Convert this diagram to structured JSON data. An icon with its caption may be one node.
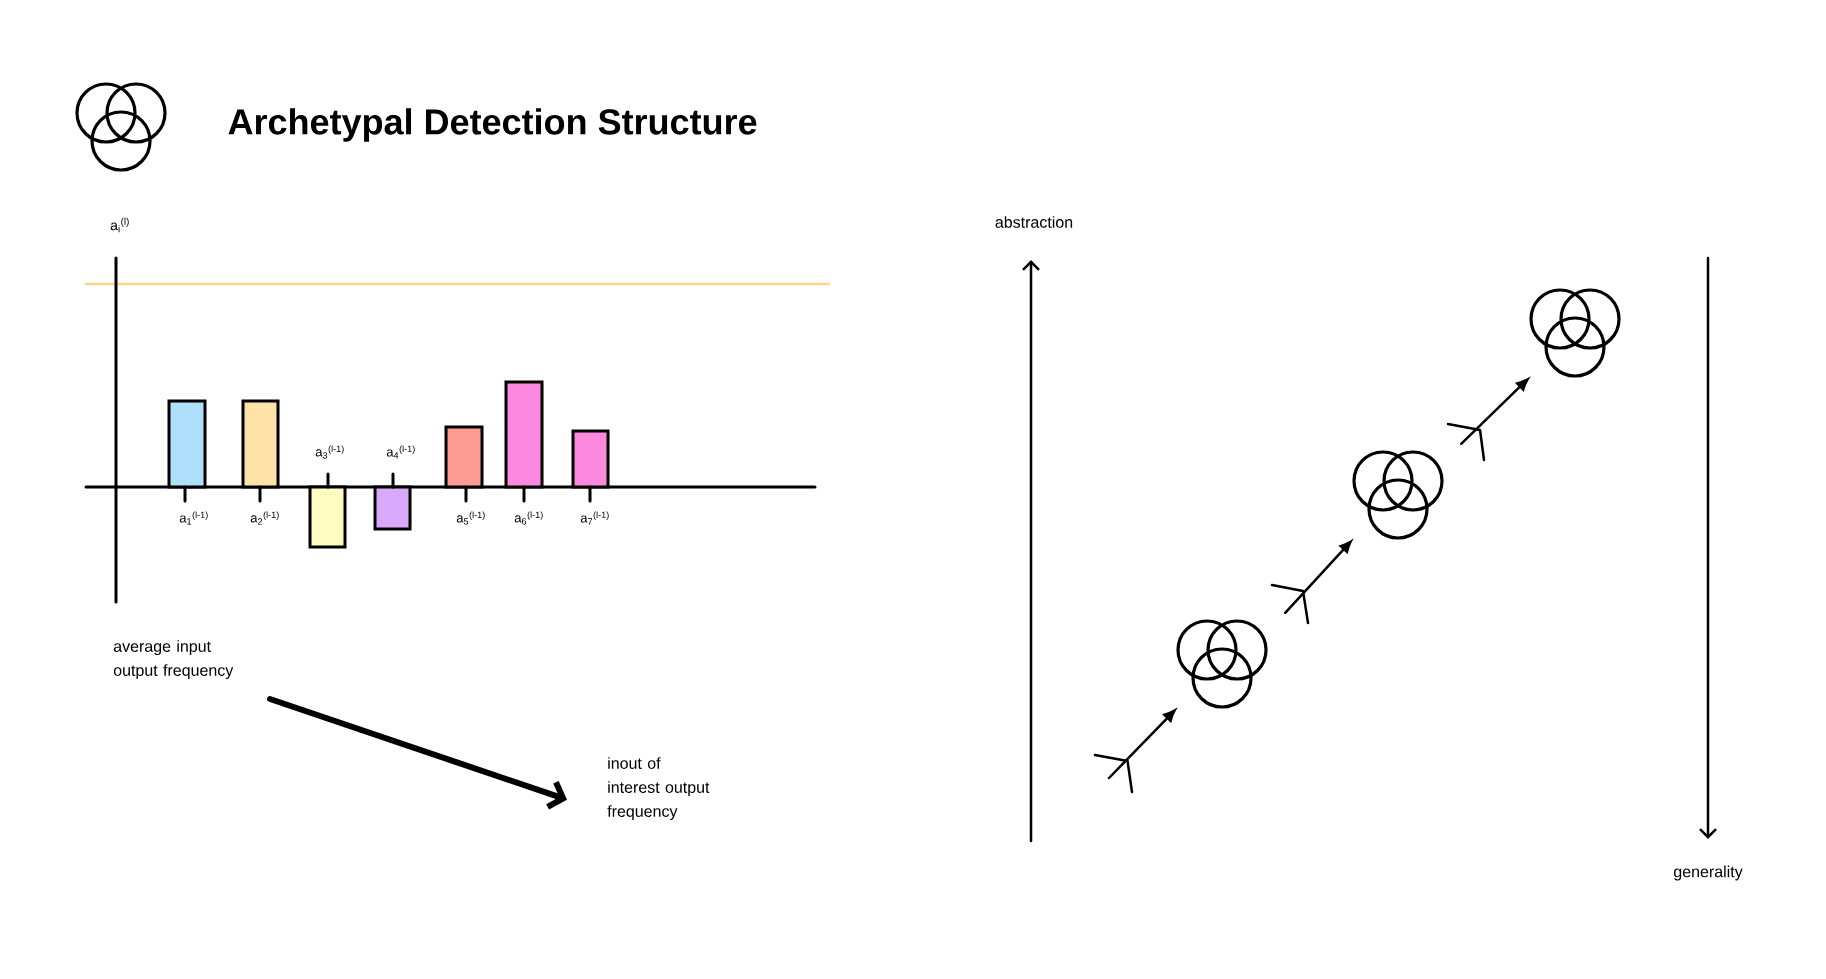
{
  "diagram": {
    "title": "Archetypal Detection Structure",
    "nodes": [
      {
        "text": [
          "average input output frequency"
        ]
      },
      {
        "text": [
          "inout of interest output frequency"
        ]
      },
      {
        "text": [],
        "shape": "circle"
      },
      {
        "text": [],
        "shape": "circle"
      },
      {
        "text": [],
        "shape": "circle"
      }
    ],
    "edges": [
      {
        "from": 0,
        "to": 1,
        "arrow": "to",
        "style": "thick"
      },
      {
        "from": null,
        "to": 2,
        "arrow": "to"
      },
      {
        "from": 2,
        "to": 3,
        "arrow": "to"
      },
      {
        "from": 3,
        "to": 4,
        "arrow": "to"
      }
    ],
    "labels": [
      "a$_{i}$$^{(l)}$",
      "a$_{1}$$^{(l-1)}$",
      "a$_{2}$$^{(l-1)}$",
      "a$_{3}$$^{(l-1)}$",
      "a$_{4}$$^{(l-1)}$",
      "a$_{5}$$^{(l-1)}$",
      "a$_{6}$$^{(l-1)}$",
      "a$_{7}$$^{(l-1)}$",
      "abstraction",
      "generality"
    ]
  }
}
